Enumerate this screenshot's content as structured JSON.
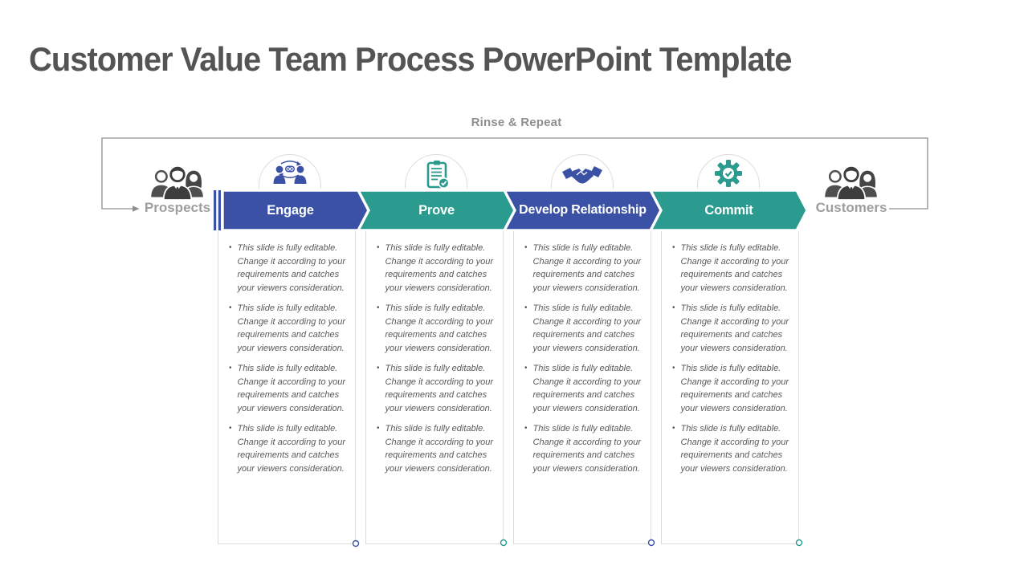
{
  "slide": {
    "title": "Customer Value Team Process PowerPoint Template"
  },
  "flow": {
    "loop_label": "Rinse & Repeat",
    "start": {
      "label": "Prospects",
      "icon": "people-group-icon"
    },
    "end": {
      "label": "Customers",
      "icon": "people-group-icon"
    },
    "stages": [
      {
        "label": "Engage",
        "color": "#3a51a5",
        "icon": "engage-sync-people-icon",
        "bullets": [
          "This slide is fully editable. Change it according to your requirements and catches your viewers consideration.",
          "This slide is fully editable. Change it according to your requirements and catches your viewers consideration.",
          "This slide is fully editable. Change it according to your requirements and catches your viewers consideration.",
          "This slide is fully editable. Change it according to your requirements and catches your viewers consideration."
        ]
      },
      {
        "label": "Prove",
        "color": "#2b9b8f",
        "icon": "checklist-check-icon",
        "bullets": [
          "This slide is fully editable. Change it according to your requirements and catches your viewers consideration.",
          "This slide is fully editable. Change it according to your requirements and catches your viewers consideration.",
          "This slide is fully editable. Change it according to your requirements and catches your viewers consideration.",
          "This slide is fully editable. Change it according to your requirements and catches your viewers consideration."
        ]
      },
      {
        "label": "Develop Relationship",
        "color": "#3a51a5",
        "icon": "handshake-icon",
        "bullets": [
          "This slide is fully editable. Change it according to your requirements and catches your viewers consideration.",
          "This slide is fully editable. Change it according to your requirements and catches your viewers consideration.",
          "This slide is fully editable. Change it according to your requirements and catches your viewers consideration.",
          "This slide is fully editable. Change it according to your requirements and catches your viewers consideration."
        ]
      },
      {
        "label": "Commit",
        "color": "#2b9b8f",
        "icon": "gear-check-icon",
        "bullets": [
          "This slide is fully editable. Change it according to your requirements and catches your viewers consideration.",
          "This slide is fully editable. Change it according to your requirements and catches your viewers consideration.",
          "This slide is fully editable. Change it according to your requirements and catches your viewers consideration.",
          "This slide is fully editable. Change it according to your requirements and catches your viewers consideration."
        ]
      }
    ]
  },
  "colors": {
    "stage_blue": "#3a51a5",
    "stage_teal": "#2b9b8f",
    "title_text": "#545454",
    "muted_label": "#9e9e9e",
    "loop_line": "#8f8f8f",
    "box_border": "#dcdcdc",
    "body_text": "#595959",
    "people_dark": "#3d3d3d"
  }
}
